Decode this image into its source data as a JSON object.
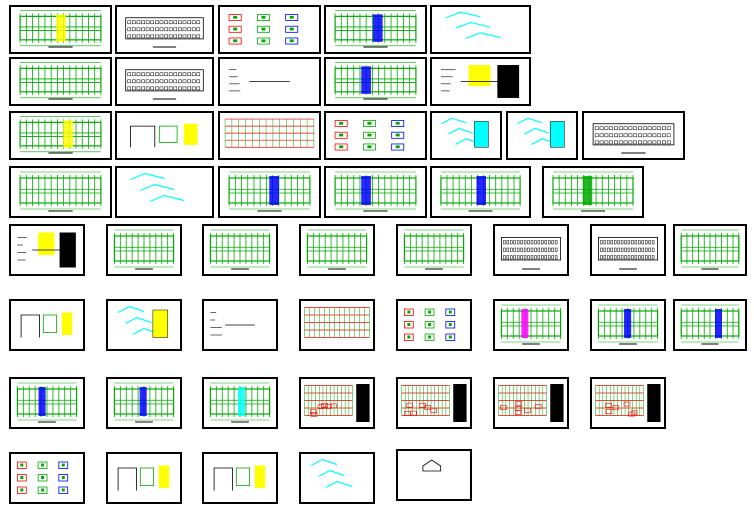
{
  "title": "",
  "colors": {
    "background": "#ffffff",
    "frame": "#000000",
    "plan_fill": "#00aa00",
    "yellow_block": "#ffff00",
    "red_dims": "#ff0000",
    "blue_lines": "#0000ff",
    "magenta": "#ff00ff",
    "cyan": "#00ffff",
    "dark_fill": "#000000"
  },
  "sheets": [
    {
      "kind": "plan-yellow"
    },
    {
      "kind": "elevation"
    },
    {
      "kind": "detail"
    },
    {
      "kind": "plan-blue"
    },
    {
      "kind": "stair"
    },
    {
      "kind": "plan"
    },
    {
      "kind": "elevation"
    },
    {
      "kind": "notes"
    },
    {
      "kind": "plan-blue"
    },
    {
      "kind": "notes-dark"
    },
    {
      "kind": "plan-yellow"
    },
    {
      "kind": "section"
    },
    {
      "kind": "grid-red"
    },
    {
      "kind": "detail-mixed"
    },
    {
      "kind": "stair-cyan"
    },
    {
      "kind": "stair-cyan"
    },
    {
      "kind": "elevation"
    },
    {
      "kind": "plan"
    },
    {
      "kind": "stair"
    },
    {
      "kind": "plan-blue"
    },
    {
      "kind": "plan-blue"
    },
    {
      "kind": "plan-blue"
    },
    {
      "kind": "plan-green"
    },
    {
      "kind": "notes-dark"
    },
    {
      "kind": "plan"
    },
    {
      "kind": "plan"
    },
    {
      "kind": "plan"
    },
    {
      "kind": "plan"
    },
    {
      "kind": "elevation"
    },
    {
      "kind": "elevation"
    },
    {
      "kind": "plan"
    },
    {
      "kind": "section"
    },
    {
      "kind": "stair-yellow"
    },
    {
      "kind": "notes"
    },
    {
      "kind": "grid-red"
    },
    {
      "kind": "detail-mixed"
    },
    {
      "kind": "plan-magenta"
    },
    {
      "kind": "plan-blue"
    },
    {
      "kind": "plan-blue"
    },
    {
      "kind": "plan-blue"
    },
    {
      "kind": "plan-blue"
    },
    {
      "kind": "plan-mixed"
    },
    {
      "kind": "grid-red-dark"
    },
    {
      "kind": "grid-red-dark"
    },
    {
      "kind": "grid-red-dark"
    },
    {
      "kind": "grid-red-dark"
    },
    {
      "kind": "detail-mixed"
    },
    {
      "kind": "section"
    },
    {
      "kind": "section"
    },
    {
      "kind": "stair"
    },
    {
      "kind": "roof"
    }
  ]
}
